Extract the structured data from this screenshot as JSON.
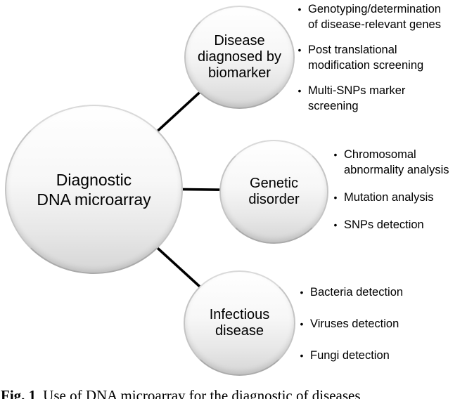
{
  "figure": {
    "bullet_char": "•",
    "root": {
      "label": "Diagnostic\nDNA microarray"
    },
    "branches": [
      {
        "label": "Disease\ndiagnosed by\nbiomarker",
        "items": [
          "Genotyping/determination\nof disease-relevant genes",
          "Post translational\nmodification screening",
          "Multi-SNPs marker\nscreening"
        ]
      },
      {
        "label": "Genetic\ndisorder",
        "items": [
          "Chromosomal\nabnormality analysis",
          "Mutation analysis",
          "SNPs detection"
        ]
      },
      {
        "label": "Infectious\ndisease",
        "items": [
          "Bacteria detection",
          "Viruses detection",
          "Fungi detection"
        ]
      }
    ]
  },
  "caption": {
    "prefix": "Fig. 1",
    "text": "Use of DNA microarray for the diagnostic of diseases"
  },
  "colors": {
    "connector": "#000000",
    "circle_border": "#aaaaaa",
    "circle_fill_top": "#ffffff",
    "circle_fill_bottom": "#d6d6d6",
    "text": "#000000"
  }
}
